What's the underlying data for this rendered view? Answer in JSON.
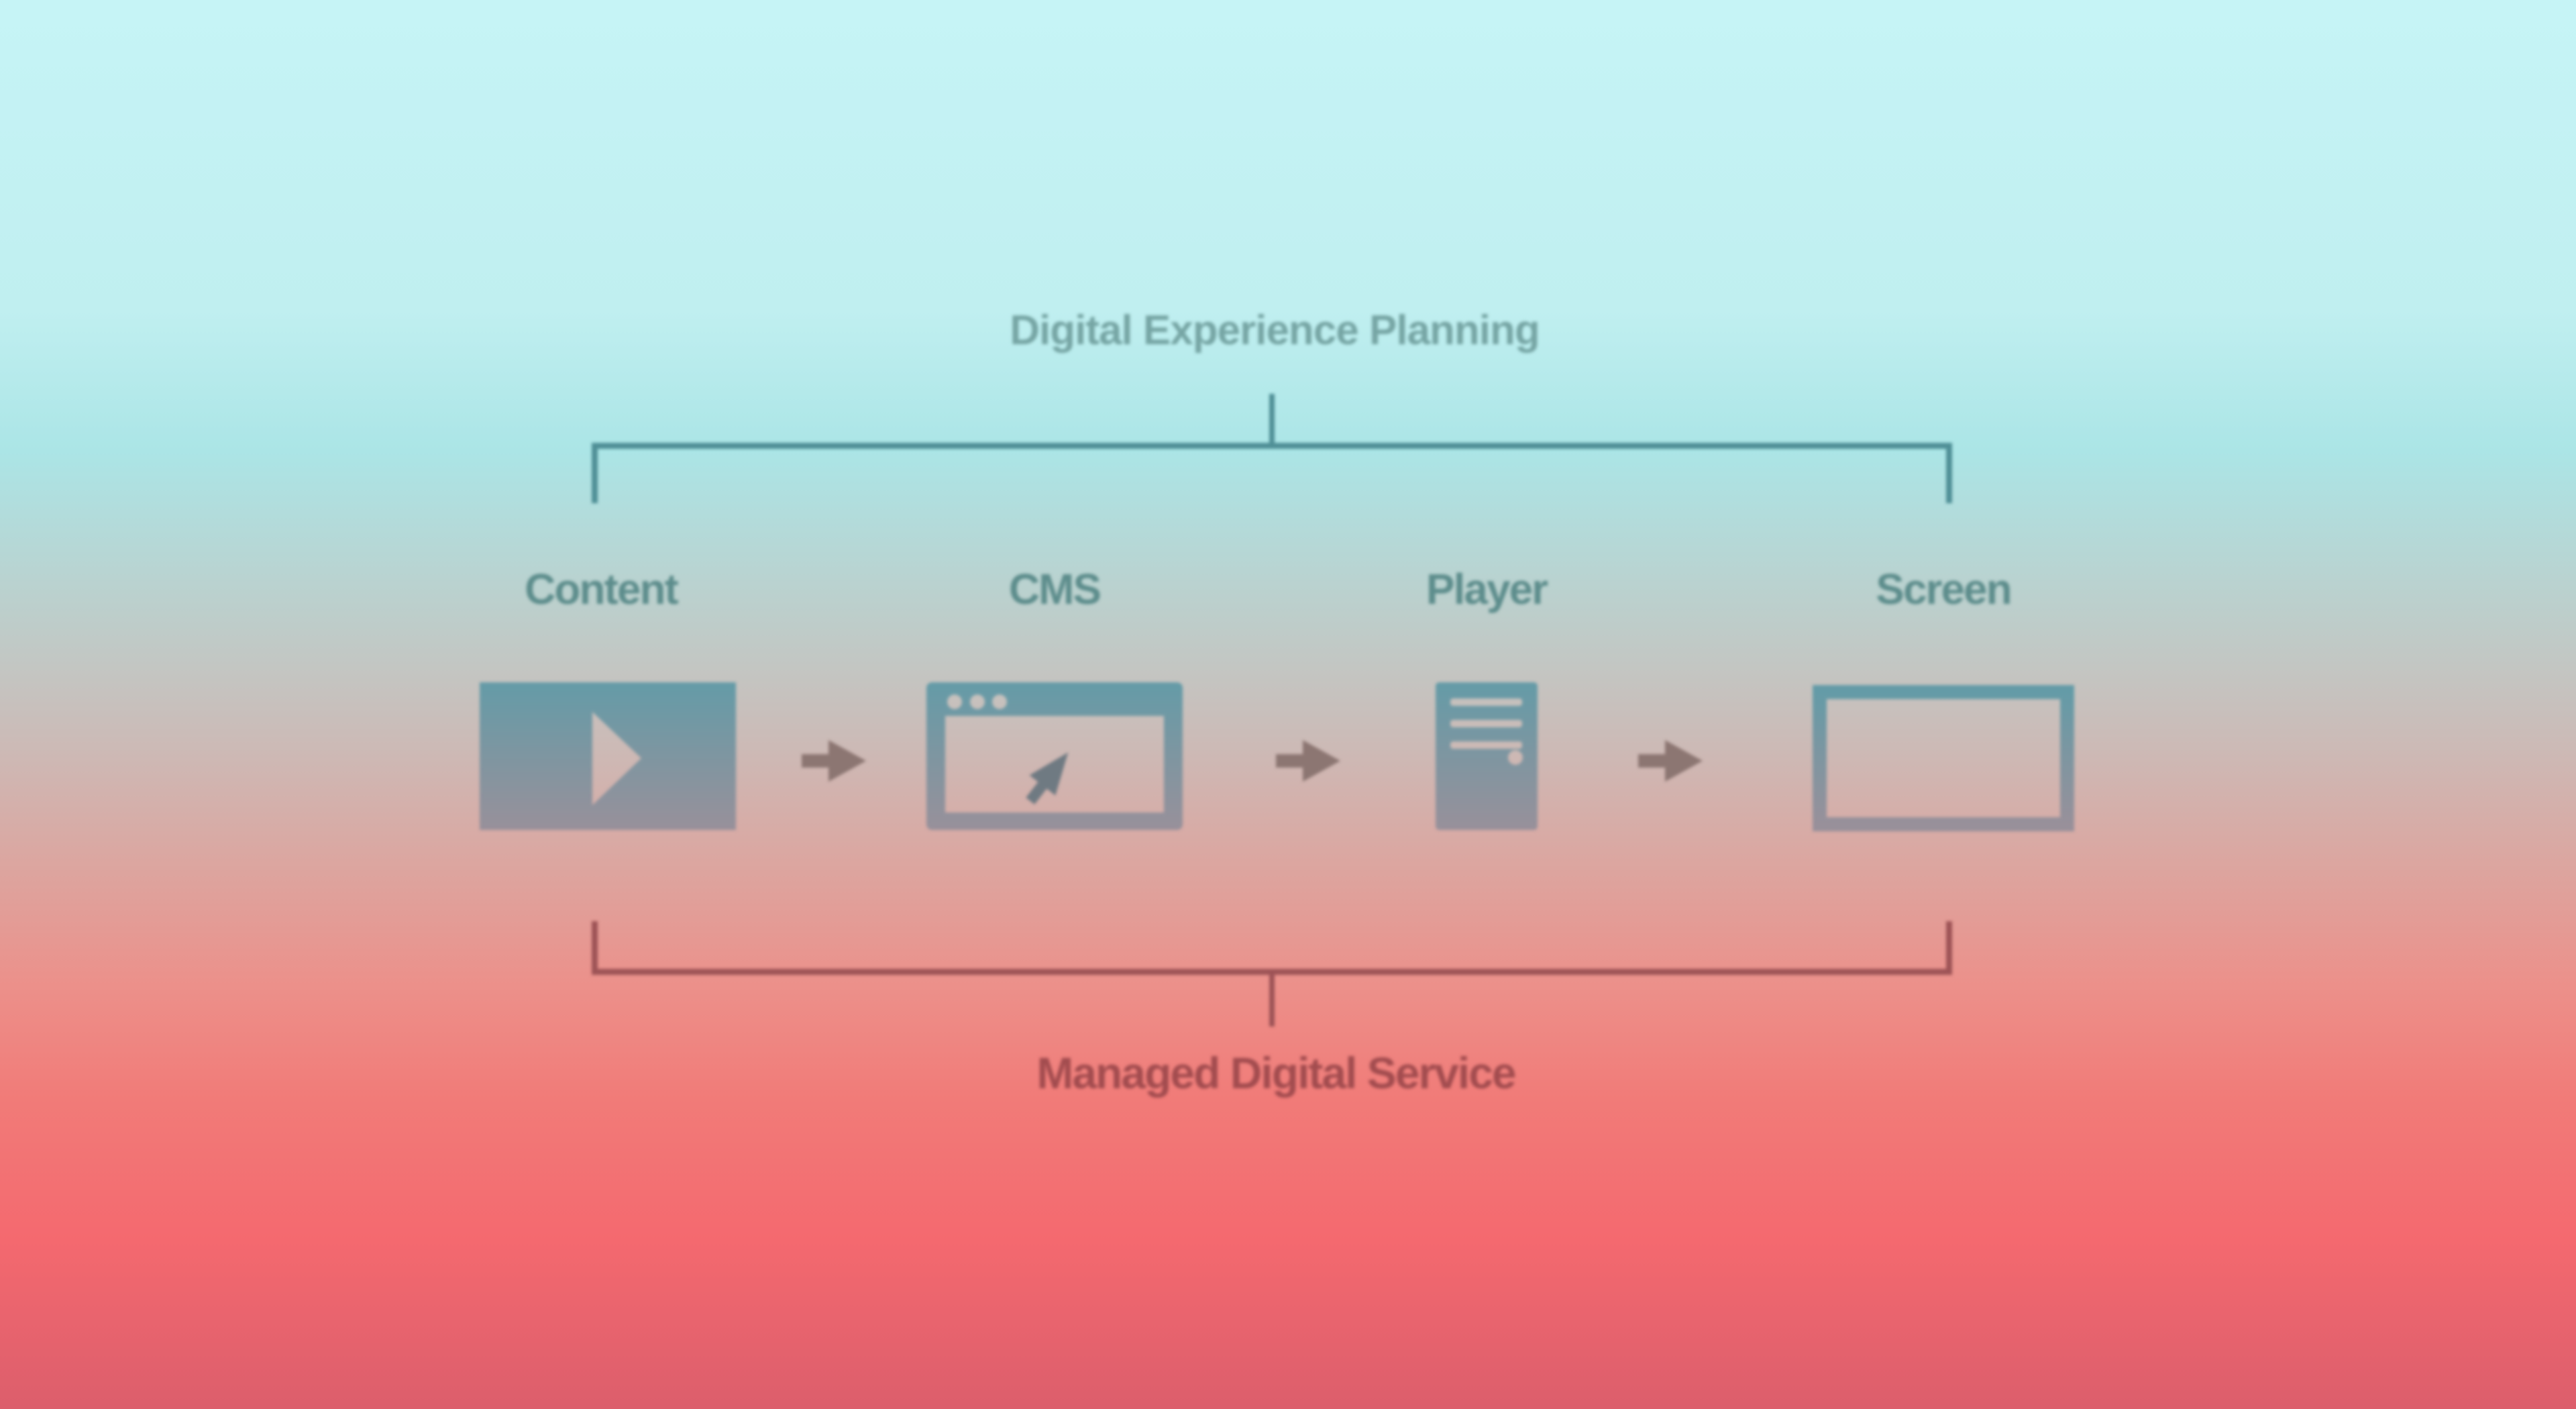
{
  "diagram": {
    "top_label": "Digital Experience Planning",
    "bottom_label": "Managed Digital Service",
    "items": [
      {
        "label": "Content",
        "icon": "video-player-icon"
      },
      {
        "label": "CMS",
        "icon": "browser-window-cursor-icon"
      },
      {
        "label": "Player",
        "icon": "media-player-tower-icon"
      },
      {
        "label": "Screen",
        "icon": "display-screen-icon"
      }
    ],
    "connector_icon": "arrow-right-icon",
    "colors": {
      "background_top": "#c6f4f6",
      "background_middle": "#ccbab6",
      "background_bottom": "#dc5e6c",
      "top_bracket": "#4f8f96",
      "top_label_text": "#76a5a4",
      "item_label_text": "#5d8d8c",
      "icon_fill_top": "#649ba7",
      "icon_fill_bottom": "#98909a",
      "cursor": "#6f7a82",
      "arrow": "#8c7672",
      "bottom_bracket": "#9d5356",
      "bottom_label_text": "#a24c4f"
    }
  }
}
